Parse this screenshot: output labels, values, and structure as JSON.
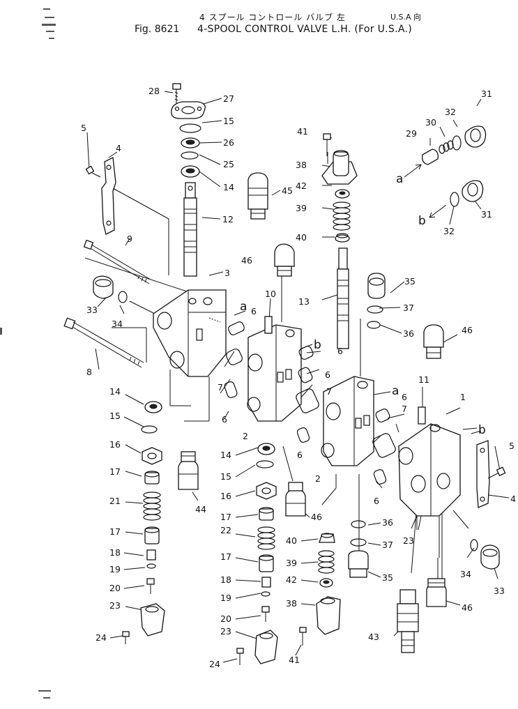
{
  "header": {
    "jp_title": "4 スプール コントロール バルブ 左",
    "jp_region": "U.S.A 向",
    "fig_no": "Fig. 8621",
    "title": "4-SPOOL CONTROL VALVE L.H. (For U.S.A.)"
  },
  "callouts": [
    {
      "id": "c28",
      "text": "28"
    },
    {
      "id": "c27",
      "text": "27"
    },
    {
      "id": "c15a",
      "text": "15"
    },
    {
      "id": "c26",
      "text": "26"
    },
    {
      "id": "c25",
      "text": "25"
    },
    {
      "id": "c14a",
      "text": "14"
    },
    {
      "id": "c12",
      "text": "12"
    },
    {
      "id": "c45",
      "text": "45"
    },
    {
      "id": "c5a",
      "text": "5"
    },
    {
      "id": "c4a",
      "text": "4"
    },
    {
      "id": "c9",
      "text": "9"
    },
    {
      "id": "c3",
      "text": "3"
    },
    {
      "id": "c33a",
      "text": "33"
    },
    {
      "id": "c34a",
      "text": "34"
    },
    {
      "id": "c8",
      "text": "8"
    },
    {
      "id": "c10",
      "text": "10"
    },
    {
      "id": "c46a",
      "text": "46"
    },
    {
      "id": "c41a",
      "text": "41"
    },
    {
      "id": "c38a",
      "text": "38"
    },
    {
      "id": "c42a",
      "text": "42"
    },
    {
      "id": "c39a",
      "text": "39"
    },
    {
      "id": "c40a",
      "text": "40"
    },
    {
      "id": "c13",
      "text": "13"
    },
    {
      "id": "c31a",
      "text": "31"
    },
    {
      "id": "c32a",
      "text": "32"
    },
    {
      "id": "c30",
      "text": "30"
    },
    {
      "id": "c29",
      "text": "29"
    },
    {
      "id": "c31b",
      "text": "31"
    },
    {
      "id": "c32b",
      "text": "32"
    },
    {
      "id": "c35a",
      "text": "35"
    },
    {
      "id": "c37a",
      "text": "37"
    },
    {
      "id": "c36a",
      "text": "36"
    },
    {
      "id": "c46b",
      "text": "46"
    },
    {
      "id": "c6a",
      "text": "6"
    },
    {
      "id": "c6b",
      "text": "6"
    },
    {
      "id": "c7a",
      "text": "7"
    },
    {
      "id": "c6c",
      "text": "6"
    },
    {
      "id": "c2a",
      "text": "2"
    },
    {
      "id": "c6d",
      "text": "6"
    },
    {
      "id": "c7b",
      "text": "7"
    },
    {
      "id": "c6e",
      "text": "6"
    },
    {
      "id": "c6f",
      "text": "6"
    },
    {
      "id": "c7c",
      "text": "7"
    },
    {
      "id": "c2b",
      "text": "2"
    },
    {
      "id": "c6g",
      "text": "6"
    },
    {
      "id": "c11",
      "text": "11"
    },
    {
      "id": "c1",
      "text": "1"
    },
    {
      "id": "c5b",
      "text": "5"
    },
    {
      "id": "c4b",
      "text": "4"
    },
    {
      "id": "c14b",
      "text": "14"
    },
    {
      "id": "c15b",
      "text": "15"
    },
    {
      "id": "c16a",
      "text": "16"
    },
    {
      "id": "c17a",
      "text": "17"
    },
    {
      "id": "c21",
      "text": "21"
    },
    {
      "id": "c17b",
      "text": "17"
    },
    {
      "id": "c18a",
      "text": "18"
    },
    {
      "id": "c19a",
      "text": "19"
    },
    {
      "id": "c20a",
      "text": "20"
    },
    {
      "id": "c23a",
      "text": "23"
    },
    {
      "id": "c24a",
      "text": "24"
    },
    {
      "id": "c44",
      "text": "44"
    },
    {
      "id": "c14c",
      "text": "14"
    },
    {
      "id": "c15c",
      "text": "15"
    },
    {
      "id": "c16b",
      "text": "16"
    },
    {
      "id": "c17c",
      "text": "17"
    },
    {
      "id": "c22",
      "text": "22"
    },
    {
      "id": "c17d",
      "text": "17"
    },
    {
      "id": "c18b",
      "text": "18"
    },
    {
      "id": "c19b",
      "text": "19"
    },
    {
      "id": "c20b",
      "text": "20"
    },
    {
      "id": "c23b",
      "text": "23"
    },
    {
      "id": "c24b",
      "text": "24"
    },
    {
      "id": "c46c",
      "text": "46"
    },
    {
      "id": "c40b",
      "text": "40"
    },
    {
      "id": "c39b",
      "text": "39"
    },
    {
      "id": "c42b",
      "text": "42"
    },
    {
      "id": "c38b",
      "text": "38"
    },
    {
      "id": "c41b",
      "text": "41"
    },
    {
      "id": "c36b",
      "text": "36"
    },
    {
      "id": "c37b",
      "text": "37"
    },
    {
      "id": "c35b",
      "text": "35"
    },
    {
      "id": "c23c",
      "text": "23"
    },
    {
      "id": "c34b",
      "text": "34"
    },
    {
      "id": "c33b",
      "text": "33"
    },
    {
      "id": "c46d",
      "text": "46"
    },
    {
      "id": "c43",
      "text": "43"
    }
  ],
  "ports": [
    {
      "id": "pa1",
      "text": "a"
    },
    {
      "id": "pb1",
      "text": "b"
    },
    {
      "id": "pa2",
      "text": "a"
    },
    {
      "id": "pb2",
      "text": "b"
    },
    {
      "id": "pa3",
      "text": "a"
    },
    {
      "id": "pb3",
      "text": "b"
    }
  ]
}
